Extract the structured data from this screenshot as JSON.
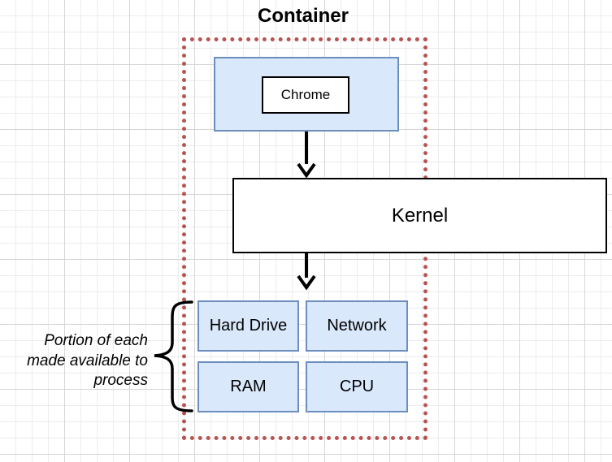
{
  "diagram": {
    "title": "Container",
    "app_label": "Chrome",
    "kernel_label": "Kernel",
    "resources": {
      "hard_drive": "Hard Drive",
      "network": "Network",
      "ram": "RAM",
      "cpu": "CPU"
    },
    "note": "Portion of each made available to process"
  },
  "colors": {
    "container_border": "#b85450",
    "box_fill": "#dae8fc",
    "box_border": "#6c8ebf"
  }
}
